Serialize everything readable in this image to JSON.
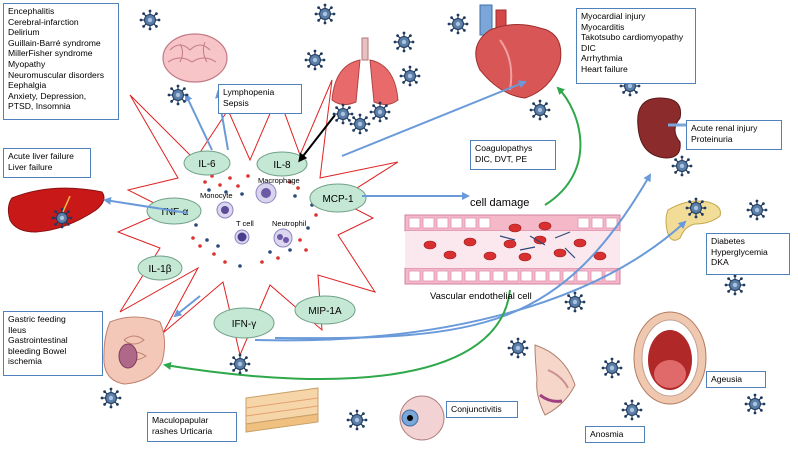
{
  "boxes": {
    "neuro": {
      "lines": [
        "Encephalitis",
        "Cerebral-infarction",
        "Delirium",
        "Guillain-Barré syndrome",
        "MillerFisher syndrome",
        "Myopathy",
        "Neuromuscular disorders",
        "Eephalgia",
        "Anxiety,  Depression,",
        "PTSD, Insomnia"
      ]
    },
    "lympho": {
      "lines": [
        "Lymphopenia",
        "Sepsis"
      ]
    },
    "liver": {
      "lines": [
        "Acute liver failure",
        "Liver failure"
      ]
    },
    "cardiac": {
      "lines": [
        "Myocardial injury",
        "Myocarditis",
        "Takotsubo cardiomyopathy",
        "DIC",
        "Arrhythmia",
        "Heart failure"
      ]
    },
    "coag": {
      "lines": [
        "Coagulopathys",
        "DIC, DVT, PE"
      ]
    },
    "renal": {
      "lines": [
        "Acute renal injury",
        "Proteinuria"
      ]
    },
    "diabetes": {
      "lines": [
        "Diabetes",
        "Hyperglycemia",
        "DKA"
      ]
    },
    "gastro": {
      "lines": [
        "Gastric feeding",
        "Ileus",
        "Gastrointestinal",
        "bleeding Bowel",
        "ischemia"
      ]
    },
    "ageusia": {
      "lines": [
        "Ageusia"
      ]
    },
    "skin": {
      "lines": [
        "Maculopapular",
        "rashes Urticaria"
      ]
    },
    "conj": {
      "lines": [
        "Conjunctivitis"
      ]
    },
    "anosmia": {
      "lines": [
        "Anosmia"
      ]
    }
  },
  "cytokines": [
    "IL-6",
    "IL-8",
    "TNF-α",
    "MCP-1",
    "IL-1β",
    "IFN-γ",
    "MIP-1A"
  ],
  "cells": [
    "Macrophage",
    "Monocyte",
    "T cell",
    "Neutrophil"
  ],
  "labels": {
    "cell_damage": "cell damage",
    "vascular": "Vascular endothelial cell"
  },
  "colors": {
    "box_border": "#4f81bd",
    "arrow_blue": "#6a9ad9",
    "arrow_green": "#2ea84a",
    "ellipse_fill": "#c5e8d4",
    "burst_stroke": "#e02020"
  },
  "icons": [
    "brain-icon",
    "lungs-icon",
    "heart-icon",
    "kidney-icon",
    "pancreas-icon",
    "liver-icon",
    "intestine-icon",
    "skin-icon",
    "eye-icon",
    "nose-icon",
    "mouth-icon",
    "virus-icon"
  ]
}
